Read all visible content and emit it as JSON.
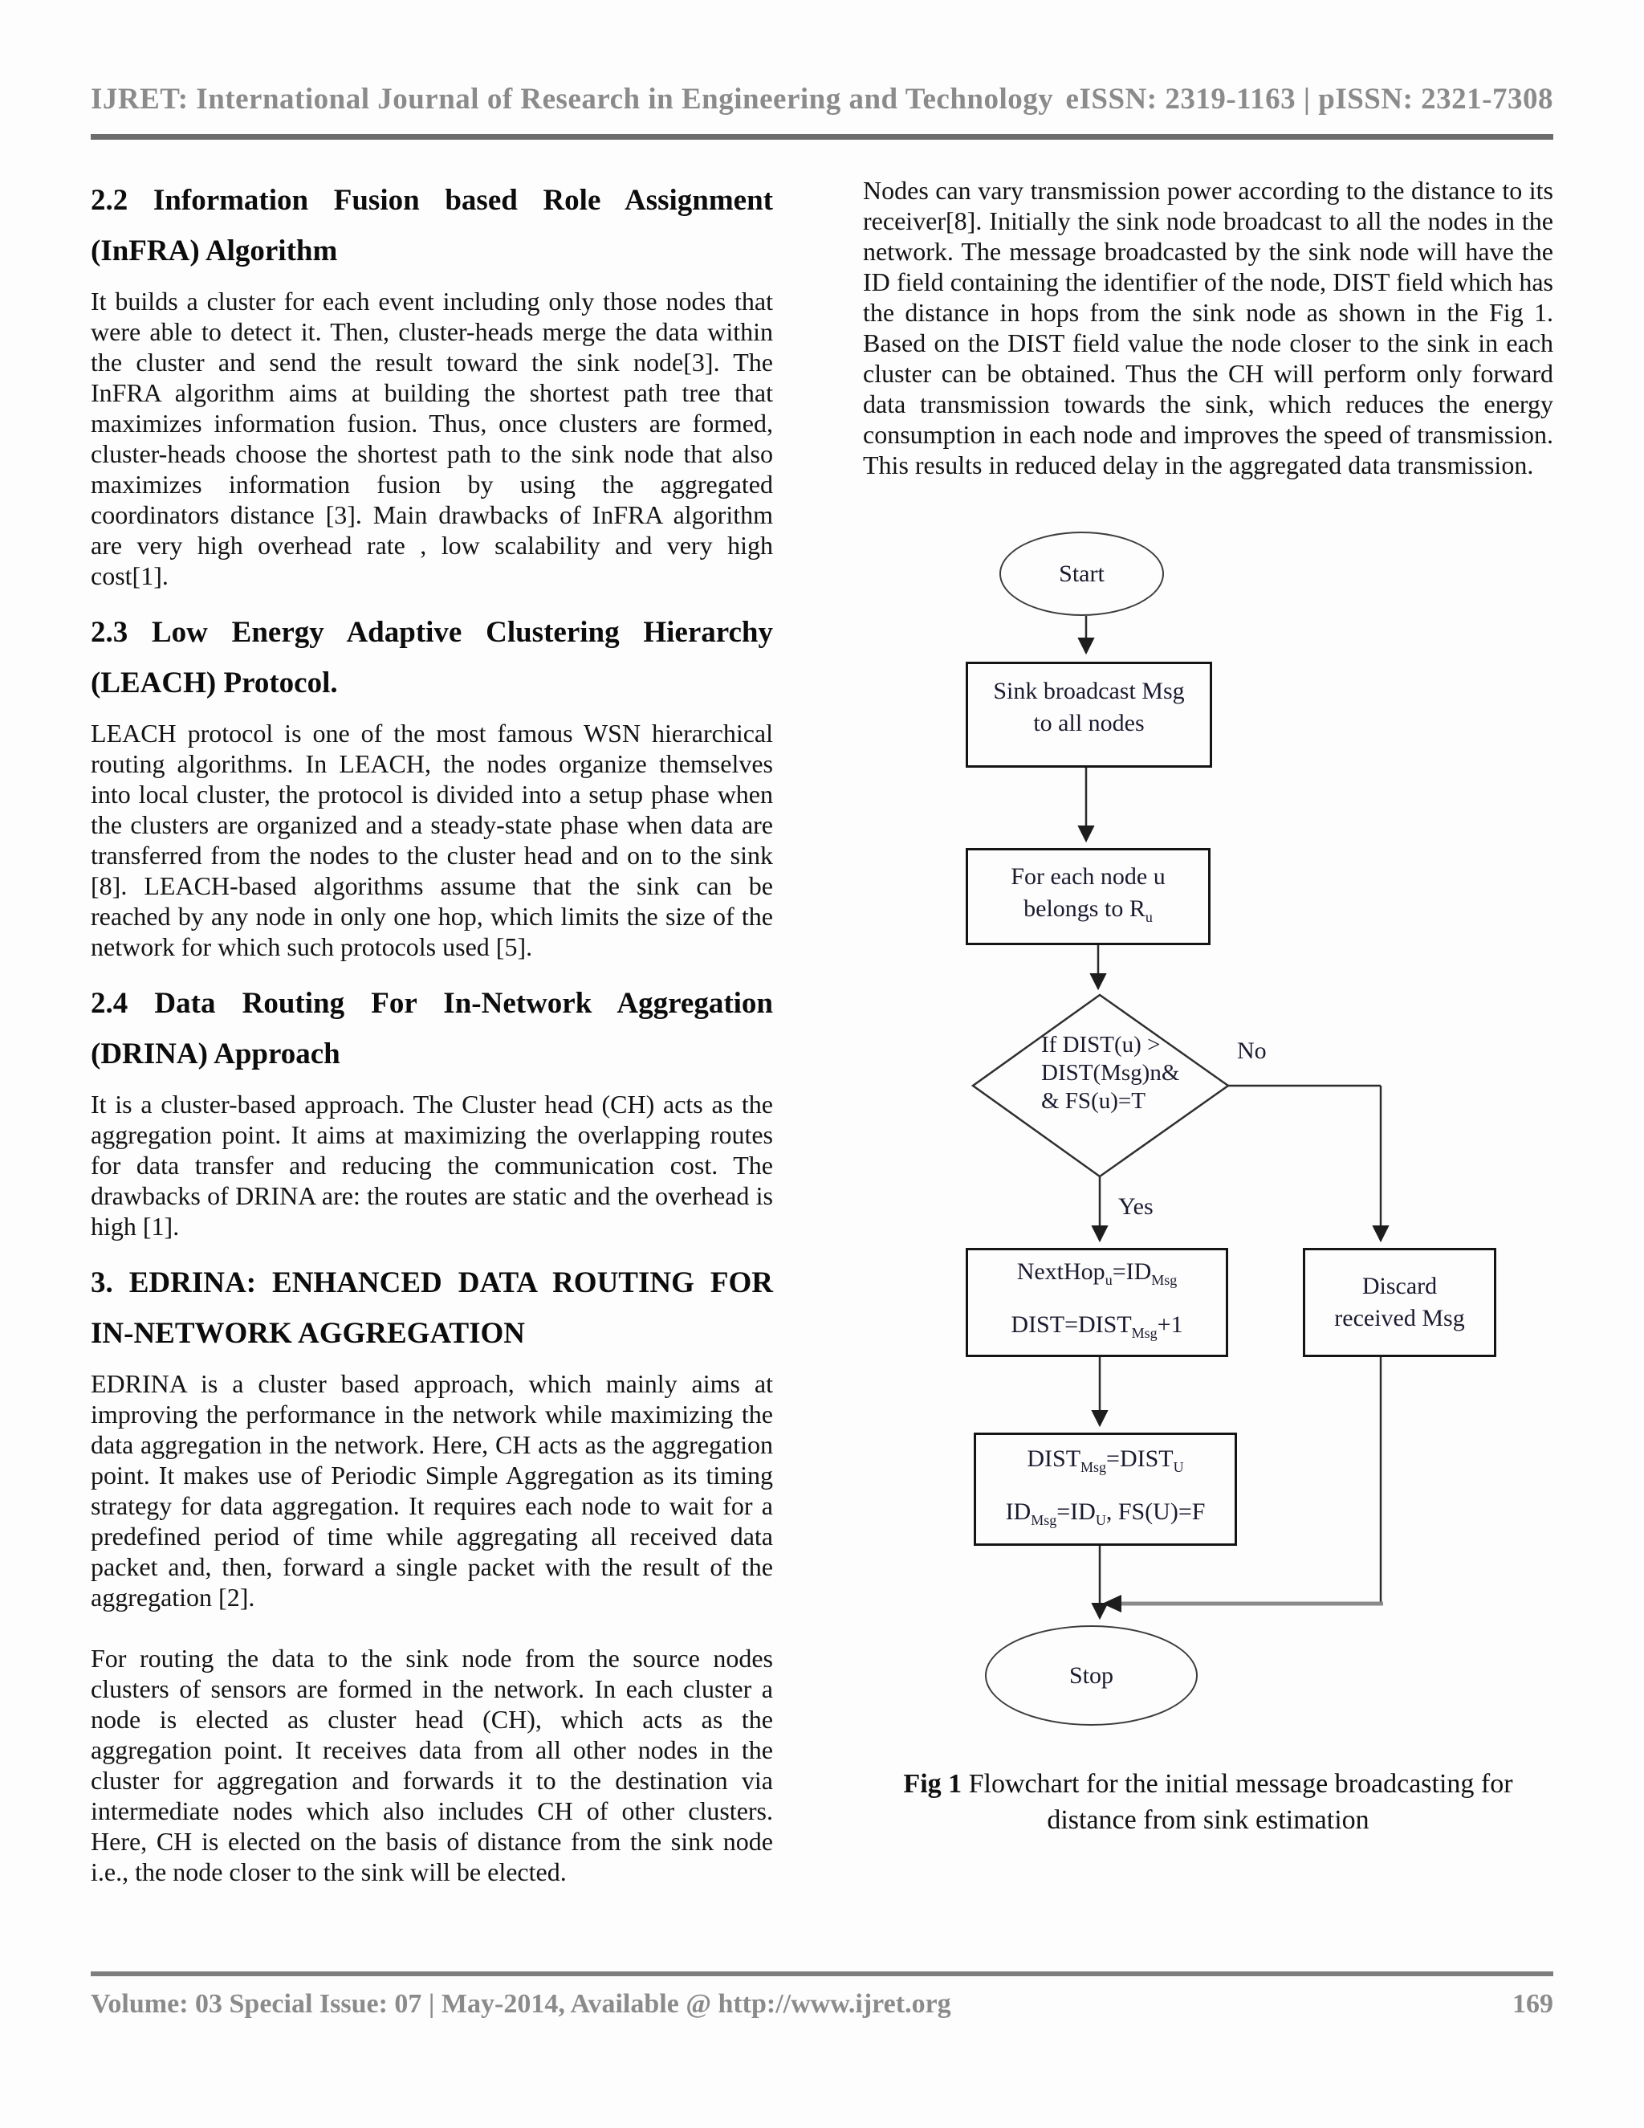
{
  "header": {
    "journal": "IJRET: International Journal of Research in Engineering and Technology",
    "issn": "eISSN: 2319-1163 | pISSN: 2321-7308"
  },
  "footer": {
    "volume_info": "Volume: 03 Special Issue: 07 | May-2014, Available @ http://www.ijret.org",
    "page_number": "169"
  },
  "left_column": {
    "sec22": {
      "h1": "2.2 Information Fusion based Role Assignment",
      "h2": "(InFRA) Algorithm",
      "body": "It builds a cluster for each event including only those nodes that were able to detect it. Then,  cluster-heads merge the data within the cluster and send the result toward the sink node[3]. The InFRA algorithm aims at building the shortest path tree that maximizes information fusion. Thus, once clusters are formed, cluster-heads choose the shortest path to the sink node that also maximizes information fusion by using the aggregated coordinators distance [3]. Main drawbacks of InFRA algorithm are very high overhead rate , low scalability and very high cost[1]."
    },
    "sec23": {
      "h1": "2.3 Low Energy Adaptive Clustering Hierarchy",
      "h2": "(LEACH) Protocol.",
      "body": "LEACH protocol is one of the most famous WSN hierarchical routing algorithms. In LEACH, the nodes organize themselves into local cluster, the protocol is divided into a setup phase when the clusters are organized and a steady-state phase when data are transferred from the nodes to the cluster head and on to the sink [8]. LEACH-based algorithms assume that the sink can be reached by any node in only one hop, which limits the size of the network for which such protocols used [5]."
    },
    "sec24": {
      "h1": "2.4 Data Routing For In-Network Aggregation",
      "h2": "(DRINA) Approach",
      "body": "It is a cluster-based approach. The Cluster head (CH) acts as the aggregation point. It aims at maximizing the overlapping routes for data transfer and reducing the communication cost. The drawbacks of DRINA are: the routes are static and the overhead is high [1]."
    },
    "sec3": {
      "h1": "3. EDRINA: ENHANCED DATA ROUTING FOR",
      "h2": "IN-NETWORK AGGREGATION",
      "body": "EDRINA is a cluster based approach, which mainly aims at improving the performance in the network while maximizing the data aggregation in the network. Here, CH acts as the aggregation point. It makes use of Periodic Simple Aggregation as its timing strategy for data aggregation. It requires each node to wait for a predefined period of time while aggregating all received data packet and, then, forward a single packet with the result of the aggregation [2].",
      "body2": "For routing the data to the sink node from the source nodes clusters of sensors are formed in the network. In each cluster a node is elected as cluster head (CH), which acts as the aggregation point. It receives data from all other nodes in the cluster for aggregation and forwards it to the destination via intermediate nodes which also includes CH of other clusters. Here, CH is elected on the basis of distance from the sink node i.e., the node closer to the sink will be elected."
    }
  },
  "right_column": {
    "intro": "Nodes can vary transmission power according to the distance to its receiver[8]. Initially the sink node broadcast to all the nodes in the network. The message broadcasted by the sink node will have the ID field containing the identifier of the node, DIST field which has the distance in hops from the sink node as shown in the Fig 1. Based on the DIST field value the node closer to the sink in each cluster can be obtained. Thus the CH will perform only forward data transmission towards the sink, which reduces the energy consumption in each node and improves the speed of transmission. This results in reduced delay in the aggregated data transmission."
  },
  "flowchart": {
    "start": "Start",
    "box_broadcast": "Sink broadcast Msg to all nodes",
    "box_foreach": "For each node u belongs to R_{u}",
    "diamond": {
      "l1": "If DIST(u) >",
      "l2": "DIST(Msg)n&",
      "l3": "& FS(u)=T"
    },
    "no_label": "No",
    "yes_label": "Yes",
    "box_nexthop": {
      "l1": "NextHop_{u}=ID_{Msg}",
      "l2": "DIST=DIST_{Msg}+1"
    },
    "box_discard": "Discard received Msg",
    "box_update": {
      "l1": "DIST_{Msg}=DIST_{U}",
      "l2": "ID_{Msg}=ID_{U},  FS(U)=F"
    },
    "stop": "Stop",
    "caption_bold": "Fig 1",
    "caption_rest": " Flowchart for the initial message broadcasting for",
    "caption_line2": "distance from sink estimation",
    "line_color": "#2b2b2b",
    "merge_line_color": "#8a8a8a"
  }
}
